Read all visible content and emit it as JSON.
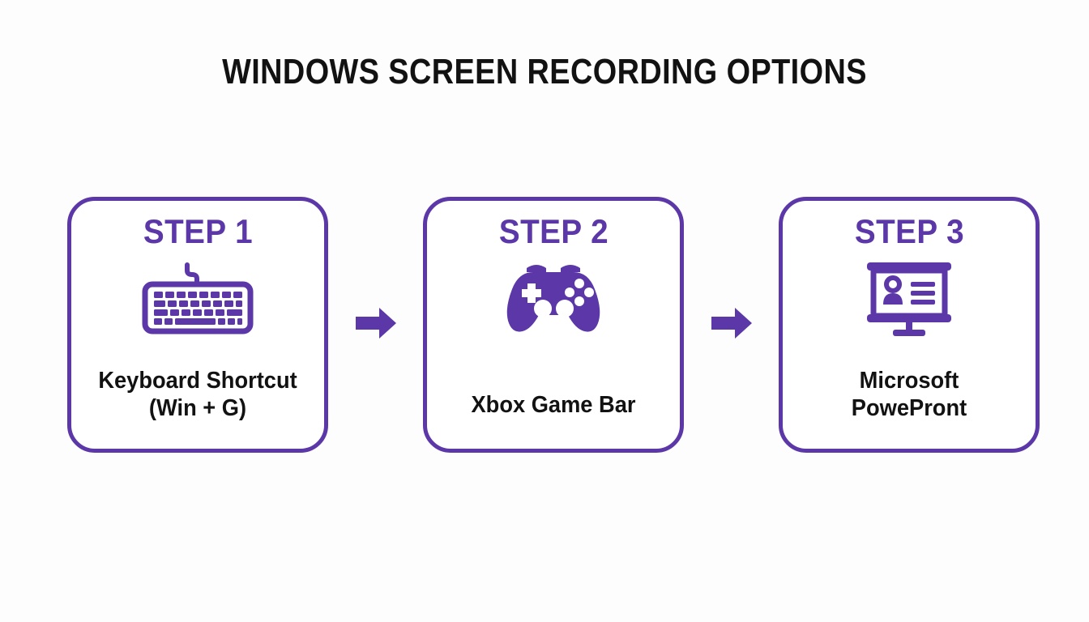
{
  "title": "WINDOWS SCREEN RECORDING OPTIONS",
  "theme": {
    "accent": "#5B37A8",
    "text": "#121212",
    "background": "#fdfdfd",
    "card_background": "#ffffff"
  },
  "steps": [
    {
      "heading": "STEP 1",
      "icon": "keyboard-icon",
      "label_line1": "Keyboard Shortcut",
      "label_line2": "(Win + G)"
    },
    {
      "heading": "STEP 2",
      "icon": "gamepad-icon",
      "label_line1": "Xbox Game Bar",
      "label_line2": ""
    },
    {
      "heading": "STEP 3",
      "icon": "presentation-screen-icon",
      "label_line1": "Microsoft",
      "label_line2": "PowePront"
    }
  ],
  "arrows": [
    {
      "direction": "right"
    },
    {
      "direction": "right"
    }
  ]
}
